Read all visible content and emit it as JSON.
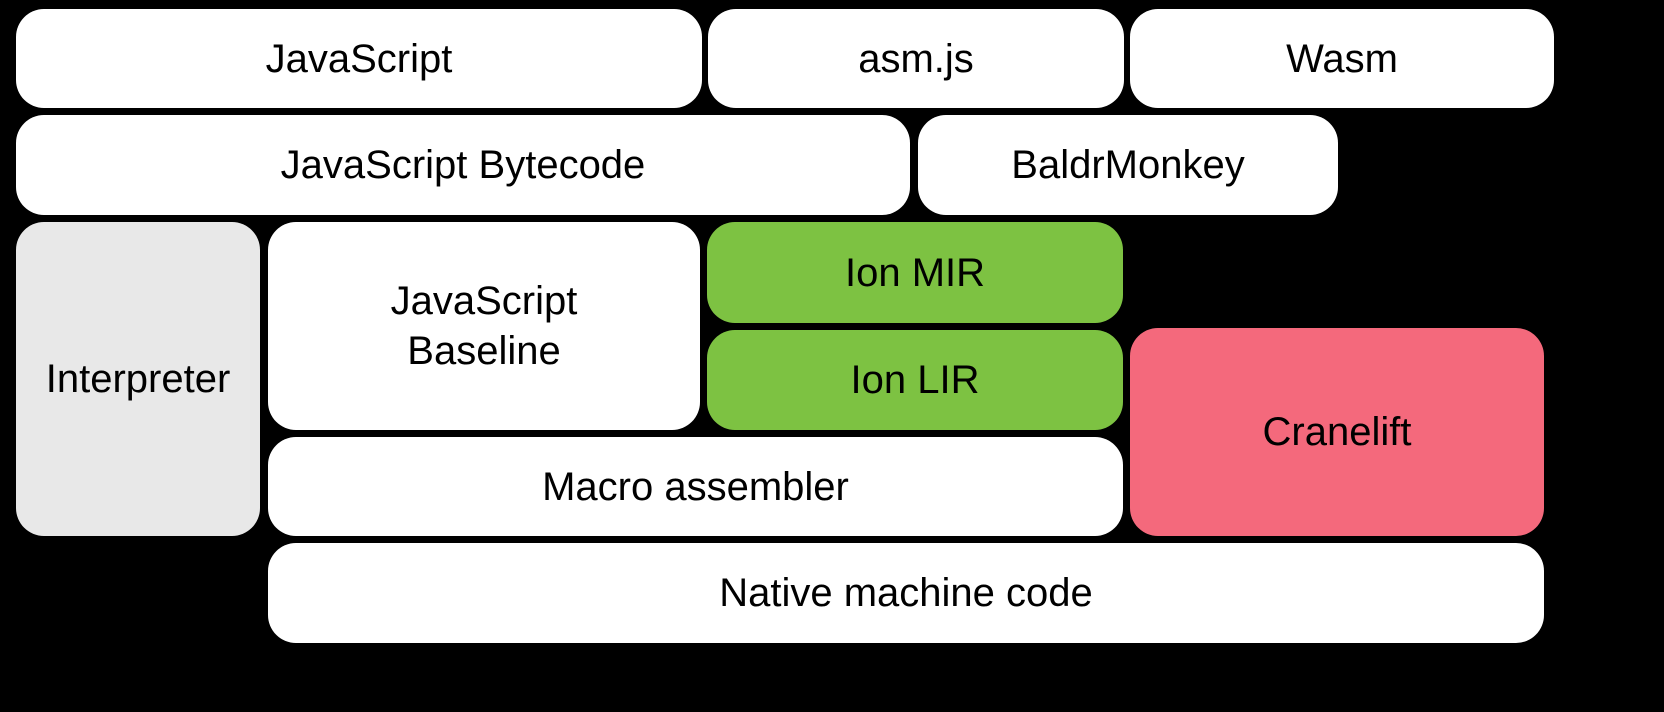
{
  "diagram": {
    "background_color": "#000000",
    "text_color": "#000000",
    "boxes": {
      "javascript": {
        "label": "JavaScript",
        "color": "#ffffff"
      },
      "asmjs": {
        "label": "asm.js",
        "color": "#ffffff"
      },
      "wasm": {
        "label": "Wasm",
        "color": "#ffffff"
      },
      "bytecode": {
        "label": "JavaScript Bytecode",
        "color": "#ffffff"
      },
      "baldrmonkey": {
        "label": "BaldrMonkey",
        "color": "#ffffff"
      },
      "interpreter": {
        "label": "Interpreter",
        "color": "#e8e8e8"
      },
      "baseline": {
        "label": "JavaScript\nBaseline",
        "color": "#ffffff"
      },
      "ion_mir": {
        "label": "Ion MIR",
        "color": "#7dc242"
      },
      "ion_lir": {
        "label": "Ion LIR",
        "color": "#7dc242"
      },
      "cranelift": {
        "label": "Cranelift",
        "color": "#f4697c"
      },
      "macro_assembler": {
        "label": "Macro assembler",
        "color": "#ffffff"
      },
      "native_code": {
        "label": "Native machine code",
        "color": "#ffffff"
      }
    }
  }
}
